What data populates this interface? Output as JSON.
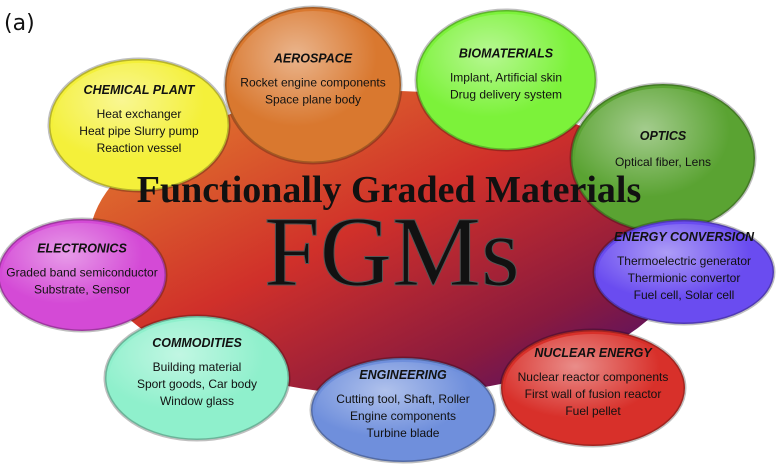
{
  "panel_label": "(a)",
  "center": {
    "title": "Functionally Graded Materials",
    "acronym": "FGMs"
  },
  "bubbles": [
    {
      "id": "aerospace",
      "heading": "AEROSPACE",
      "lines": [
        "Rocket engine components",
        "Space plane body"
      ],
      "color": "#d9782f"
    },
    {
      "id": "biomaterials",
      "heading": "BIOMATERIALS",
      "lines": [
        "Implant, Artificial skin",
        "Drug delivery system"
      ],
      "color": "#7cf23a"
    },
    {
      "id": "chemical-plant",
      "heading": "CHEMICAL PLANT",
      "lines": [
        "Heat exchanger",
        "Heat pipe Slurry pump",
        "Reaction vessel"
      ],
      "color": "#f4f03a"
    },
    {
      "id": "optics",
      "heading": "OPTICS",
      "lines": [
        "Optical fiber, Lens"
      ],
      "color": "#5aa332"
    },
    {
      "id": "electronics",
      "heading": "ELECTRONICS",
      "lines": [
        "Graded band semiconductor",
        "Substrate, Sensor"
      ],
      "color": "#d44ad6"
    },
    {
      "id": "energy-conversion",
      "heading": "ENERGY CONVERSION",
      "lines": [
        "Thermoelectric generator",
        "Thermionic convertor",
        "Fuel cell, Solar cell"
      ],
      "color": "#6a4cf0"
    },
    {
      "id": "commodities",
      "heading": "COMMODITIES",
      "lines": [
        "Building material",
        "Sport goods, Car body",
        "Window glass"
      ],
      "color": "#8ff0cc"
    },
    {
      "id": "nuclear-energy",
      "heading": "NUCLEAR ENERGY",
      "lines": [
        "Nuclear reactor components",
        "First wall of fusion reactor",
        "Fuel pellet"
      ],
      "color": "#d8302a"
    },
    {
      "id": "engineering",
      "heading": "ENGINEERING",
      "lines": [
        "Cutting tool, Shaft, Roller",
        "Engine components",
        "Turbine blade"
      ],
      "color": "#6f8fdc"
    }
  ]
}
